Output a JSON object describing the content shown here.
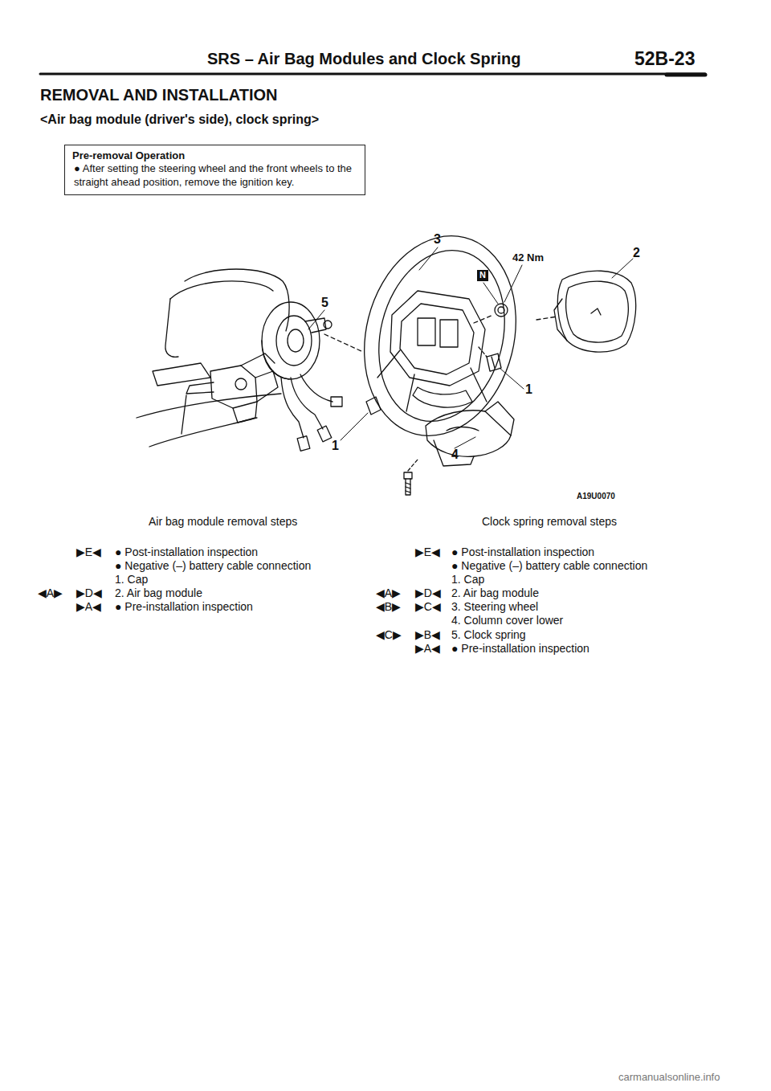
{
  "diagram": {
    "title": "REMOVAL AND INSTALLATION",
    "nodes": [
      {
        "text": [
          "Pre-removal Operation",
          "● After setting the steering wheel and the front wheels to the straight ahead position, remove the ignition key."
        ]
      }
    ],
    "labels": [
      "SRS – Air Bag Modules and Clock Spring",
      "52B-23",
      "<Air bag module (driver's side), clock spring>",
      "3",
      "42 Nm",
      "2",
      "N",
      "5",
      "1",
      "1",
      "4",
      "A19U0070",
      "Air bag module removal steps",
      "▶E◀",
      "● Post-installation inspection",
      "● Negative (–) battery cable connection",
      "1. Cap",
      "◀A▶",
      "▶D◀",
      "2. Air bag module",
      "▶A◀",
      "● Pre-installation inspection",
      "Clock spring removal steps",
      "▶E◀",
      "● Post-installation inspection",
      "● Negative (–) battery cable connection",
      "1. Cap",
      "◀A▶",
      "▶D◀",
      "2. Air bag module",
      "◀B▶",
      "▶C◀",
      "3. Steering wheel",
      "4. Column cover lower",
      "◀C▶",
      "▶B◀",
      "5. Clock spring",
      "▶A◀",
      "● Pre-installation inspection",
      "carmanualsonline.info"
    ]
  }
}
